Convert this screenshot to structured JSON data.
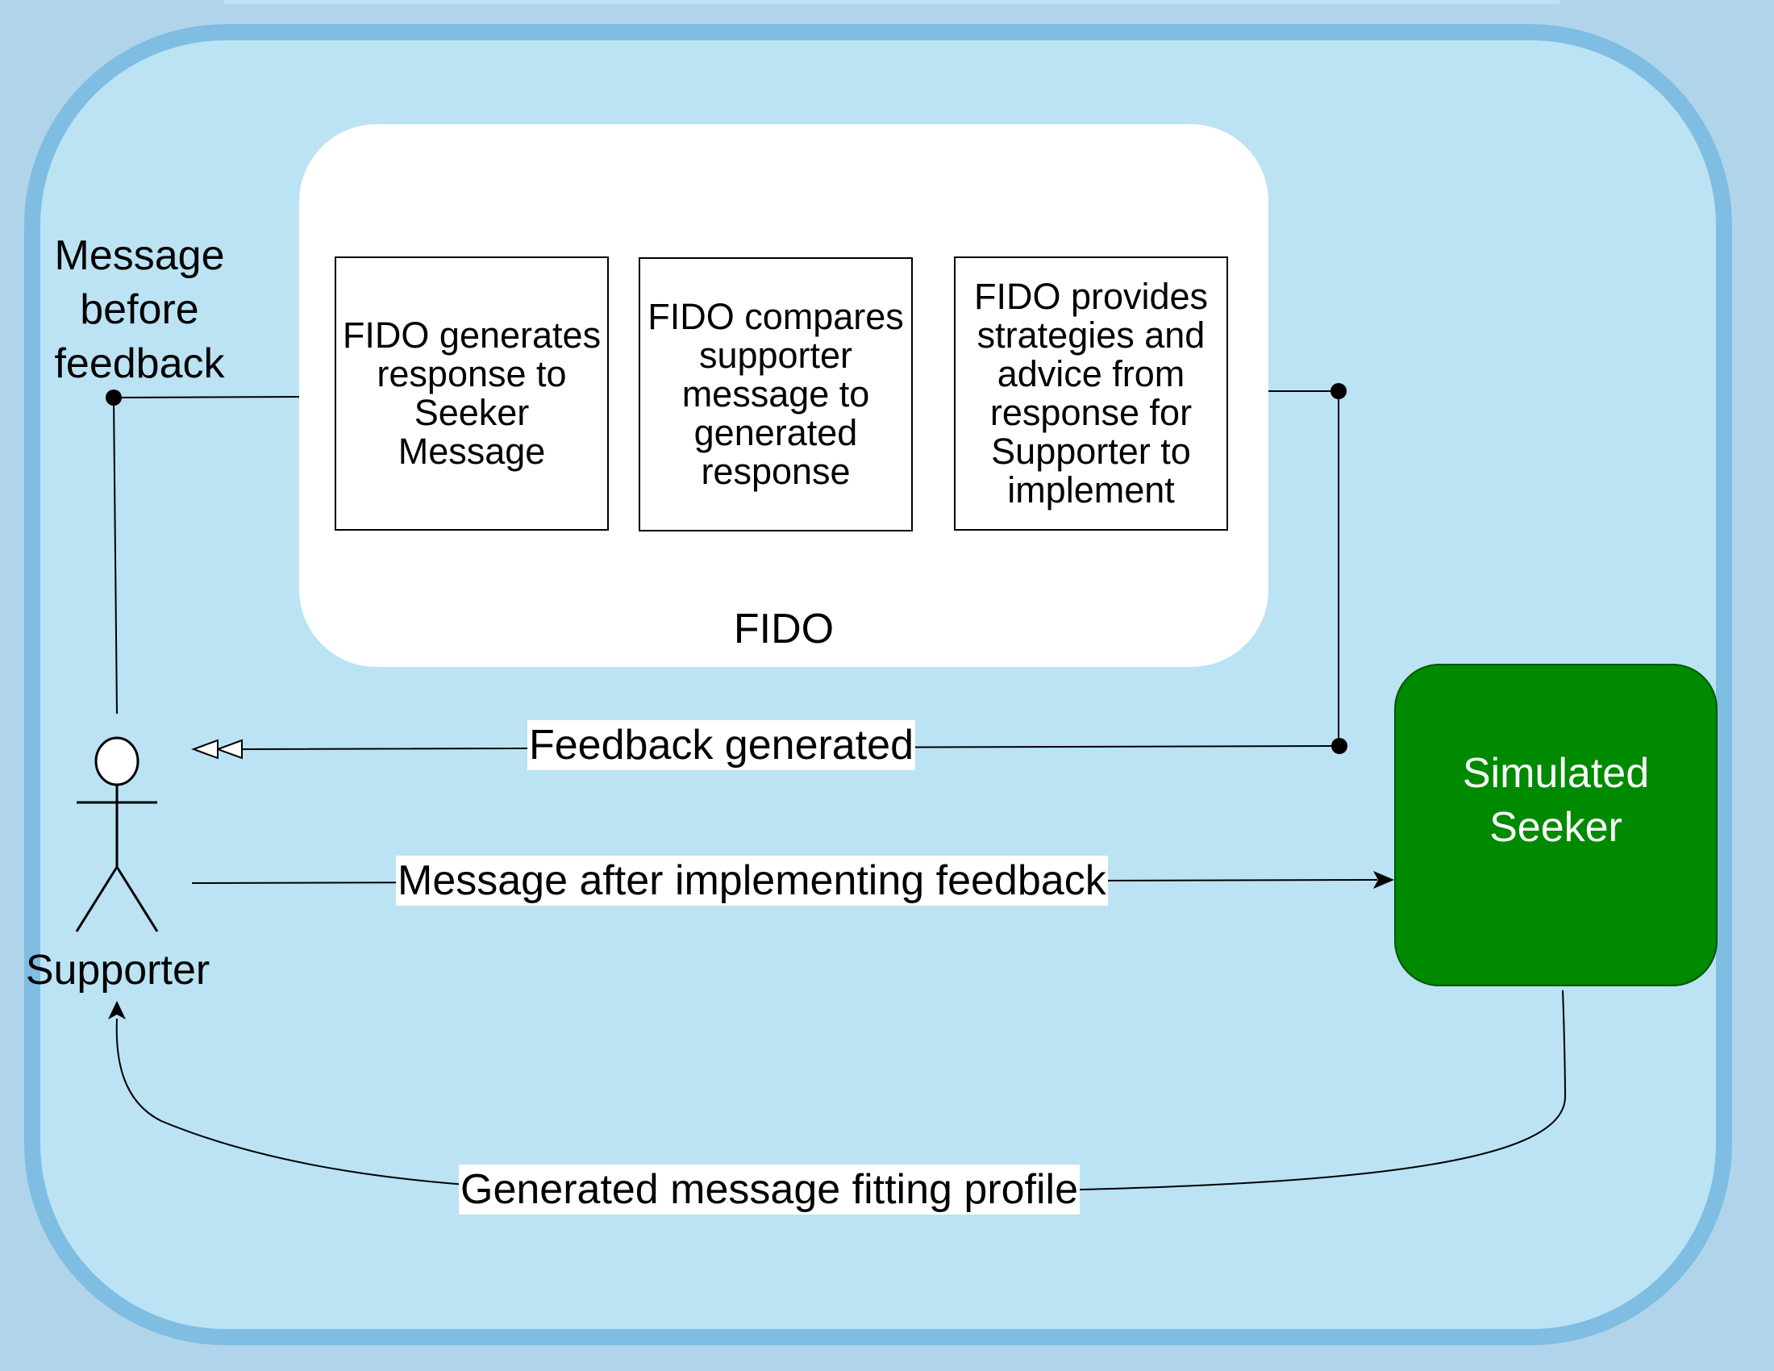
{
  "container": {
    "fido_label": "FIDO"
  },
  "fido_steps": [
    {
      "text": "FIDO generates response to Seeker Message"
    },
    {
      "text": "FIDO compares supporter message to generated response"
    },
    {
      "text": "FIDO provides strategies and advice from response for Supporter to implement"
    }
  ],
  "actors": {
    "supporter": {
      "label": "Supporter"
    },
    "seeker": {
      "label": "Simulated Seeker"
    }
  },
  "edges": {
    "message_before": "Message before feedback",
    "feedback_generated": "Feedback generated",
    "message_after": "Message after implementing feedback",
    "generated_message": "Generated message fitting profile"
  },
  "colors": {
    "frame_border": "#7fbde2",
    "frame_fill": "#bbe3f4",
    "seeker_fill": "#008a00"
  }
}
